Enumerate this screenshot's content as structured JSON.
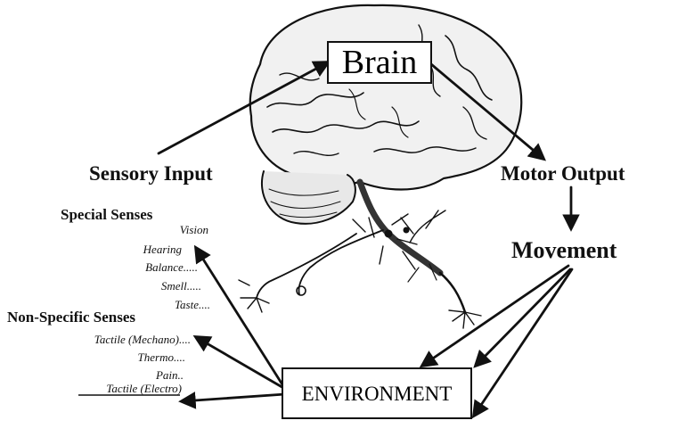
{
  "diagram": {
    "brain_label": "Brain",
    "environment_label": "ENVIRONMENT",
    "sensory_input": "Sensory Input",
    "motor_output": "Motor Output",
    "movement": "Movement",
    "special_senses": {
      "heading": "Special Senses",
      "items": [
        "Vision",
        "Hearing",
        "Balance.....",
        "Smell.....",
        "Taste...."
      ]
    },
    "non_specific_senses": {
      "heading": "Non-Specific Senses",
      "items": [
        "Tactile (Mechano)....",
        "Thermo....",
        "Pain..",
        "Tactile (Electro)"
      ]
    }
  }
}
